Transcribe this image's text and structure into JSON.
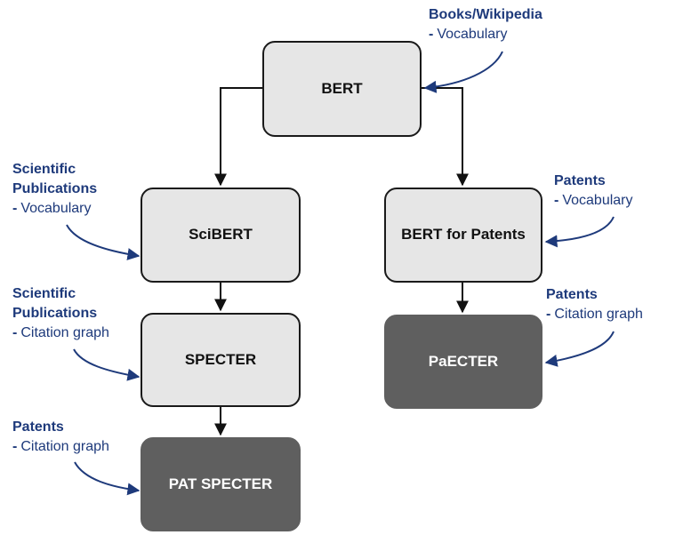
{
  "nodes": {
    "bert": "BERT",
    "scibert": "SciBERT",
    "specter": "SPECTER",
    "pat_specter": "PAT SPECTER",
    "bert_patents": "BERT for Patents",
    "paecter": "PaECTER"
  },
  "annotations": {
    "bert_source": {
      "title": [
        "Books/Wikipedia"
      ],
      "sub": "Vocabulary"
    },
    "scibert_source": {
      "title": [
        "Scientific",
        "Publications"
      ],
      "sub": "Vocabulary"
    },
    "specter_source": {
      "title": [
        "Scientific",
        "Publications"
      ],
      "sub": "Citation graph"
    },
    "pat_specter_source": {
      "title": [
        "Patents"
      ],
      "sub": "Citation graph"
    },
    "bert_patents_source": {
      "title": [
        "Patents"
      ],
      "sub": "Vocabulary"
    },
    "paecter_source": {
      "title": [
        "Patents"
      ],
      "sub": "Citation graph"
    }
  },
  "colors": {
    "annotation_text": "#1e3a7b",
    "annotation_arrow": "#1e3a7b",
    "light_box": "#e6e6e6",
    "dark_box": "#5f5f5f",
    "connector": "#111111"
  }
}
